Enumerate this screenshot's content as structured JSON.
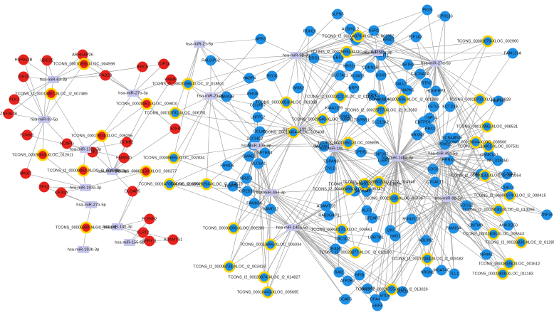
{
  "colors": {
    "mirna": "#c8c8ee",
    "lnc_fill": "#ffd400",
    "lnc_inner_right": "#1e90e6",
    "lnc_inner_left": "#e8231e",
    "gene_right": "#1e90e6",
    "gene_left": "#e8231e",
    "edge": "#9a9a9a"
  },
  "left": {
    "mirnas": [
      {
        "id": "m63",
        "label": "hsa-miR-63-3p"
      },
      {
        "id": "m27b3",
        "label": "hsa-miR-27b-3p"
      },
      {
        "id": "m93",
        "label": "hsa-miR-93-5p"
      },
      {
        "id": "m133",
        "label": "hsa-miR-133a-3p"
      },
      {
        "id": "m145",
        "label": "hsa-miR-145-5p"
      },
      {
        "id": "m193a",
        "label": "hsa-miR-193a-3p"
      },
      {
        "id": "m27b5",
        "label": "hsa-miR-27b-5p"
      },
      {
        "id": "m140",
        "label": "hsa-miR-140-3p"
      },
      {
        "id": "m155",
        "label": "hsa-miR-155-5p"
      },
      {
        "id": "m193b",
        "label": "hsa-miR-193b-3p"
      }
    ],
    "lncrnas": [
      {
        "id": "L1",
        "label": "TCONS_00010356-XLOC_004598"
      },
      {
        "id": "L2",
        "label": "TCONS_l2_00013887-XLOC_l2_007489"
      },
      {
        "id": "L3",
        "label": "TCONS_00020857-XLOC_009810"
      },
      {
        "id": "L4",
        "label": "TCONS_00017604-XLOC_006295"
      },
      {
        "id": "L5",
        "label": "TCONS_00026453-XLOC_012611"
      },
      {
        "id": "L6",
        "label": "TCONS_00002183-XLOC_000377"
      },
      {
        "id": "L7",
        "label": "TCONS_l2_00008892-XLOC_l2_004986"
      },
      {
        "id": "L8",
        "label": "TCONS_00005080-XLOC_003141"
      }
    ],
    "genes": [
      {
        "label": "HSPA12B"
      },
      {
        "label": "UBE2C"
      },
      {
        "label": "ARHGAP26"
      },
      {
        "label": "KIF15"
      },
      {
        "label": "RAB2B"
      },
      {
        "label": "BIRC5"
      },
      {
        "label": "TOP2A"
      },
      {
        "label": "HMMR"
      },
      {
        "label": "PLK1"
      },
      {
        "label": "ZNF367B"
      },
      {
        "label": "FOXM1"
      },
      {
        "label": "NCAPG"
      },
      {
        "label": "CDK1"
      },
      {
        "label": "MKI67"
      },
      {
        "label": "FAM83D"
      },
      {
        "label": "CCNB2"
      },
      {
        "label": "E2F8"
      },
      {
        "label": "TPX2"
      },
      {
        "label": "KIF20A"
      },
      {
        "label": "DLGAP5"
      },
      {
        "label": "PLEKH2"
      },
      {
        "label": "FLRT2"
      },
      {
        "label": "SPRY1L"
      },
      {
        "label": "ADAMTS1"
      }
    ]
  },
  "right": {
    "mirnas": [
      {
        "id": "r21",
        "label": "hsa-miR-21-5p"
      },
      {
        "id": "r98",
        "label": "hsa-miR-98-3p"
      },
      {
        "id": "r27a3",
        "label": "hsa-miR-27a-3p"
      },
      {
        "id": "r27a5",
        "label": "hsa-miR-27a-5p"
      },
      {
        "id": "r21b",
        "label": "hsa-miR-21-3p"
      },
      {
        "id": "r199",
        "label": "hsa-miR-199-3p"
      },
      {
        "id": "r10b",
        "label": "hsa-miR-10b-3p"
      },
      {
        "id": "r10b5",
        "label": "hsa-miR-10b-5p"
      },
      {
        "id": "r494",
        "label": "hsa-miR-494-5p"
      },
      {
        "id": "r146",
        "label": "hsa-miR-146a-3p"
      },
      {
        "id": "r494b",
        "label": "hsa-miR-494-3p"
      },
      {
        "id": "r146b",
        "label": "hsa-miR-146a-5p"
      },
      {
        "id": "r98b",
        "label": "hsa-miR-98-5p"
      }
    ],
    "lncrnas": [
      {
        "id": "R1",
        "label": "TCONS_l2_00004870-XLOC_l2_002352"
      },
      {
        "id": "R2",
        "label": "TCONS_l2_00025690-XLOC_l2_013252"
      },
      {
        "id": "R3",
        "label": "TCONS_00001679-XLOC_002900"
      },
      {
        "id": "R4",
        "label": "TCONS_l2_00020395-XLOC_l2_018511"
      },
      {
        "id": "R5",
        "label": "TCONS_l2_00022112-XLOC_l2_011957"
      },
      {
        "id": "R6",
        "label": "TCONS_00028702-XLOC_013928"
      },
      {
        "id": "R7",
        "label": "TCONS_00012791-XLOC_006751"
      },
      {
        "id": "R8",
        "label": "TCONS_00003318-XLOC_001983"
      },
      {
        "id": "R9",
        "label": "TCONS_l2_00002636-XLOC_l2_001389"
      },
      {
        "id": "R10",
        "label": "TCONS_00010454-XLOC_005438"
      },
      {
        "id": "R11",
        "label": "TCONS_l2_00023777-XLOC_l2_012083"
      },
      {
        "id": "R12",
        "label": "TCONS_00017881-XLOC_008531"
      },
      {
        "id": "R13",
        "label": "TCONS_00005665-XLOC_002834"
      },
      {
        "id": "R14",
        "label": "TCONS_00020540-XLOC_009582"
      },
      {
        "id": "R15",
        "label": "TCONS_00019001-XLOC_007531"
      },
      {
        "id": "R16",
        "label": "TCONS_00011851-XLOC_005896"
      },
      {
        "id": "R17",
        "label": "TCONS_00014700-XLOC_006850"
      },
      {
        "id": "R18",
        "label": "TCONS_00019844-XLOC_008566"
      },
      {
        "id": "R19",
        "label": "TCONS_l2_00028294-XLOC_l2_014579"
      },
      {
        "id": "R20",
        "label": "TCONS_l2_00018410-XLOC_l2_010029"
      },
      {
        "id": "R21",
        "label": "TCONS_l2_00028802-XLOC_l2_014948"
      },
      {
        "id": "R22",
        "label": "TCONS_l2_00006496-XLOC_l2_003471"
      },
      {
        "id": "R23",
        "label": "TCONS_l2_00040130-XLOC_l2_001054"
      },
      {
        "id": "R24",
        "label": "TCONS_00015116-XLOC_007067"
      },
      {
        "id": "R25",
        "label": "TCONS_l2_00000974-XLOC_l2_000415"
      },
      {
        "id": "R26",
        "label": "TCONS_00010170-XLOC_004661"
      },
      {
        "id": "R27",
        "label": "TCONS_l2_00029193-XLOC_l2_014066"
      },
      {
        "id": "R28",
        "label": "TCONS_00003266-XLOC_002283"
      },
      {
        "id": "R29",
        "label": "TCONS_00011836-XLOC_005543"
      },
      {
        "id": "R30",
        "label": "TCONS_00013486-XLOC_006034"
      },
      {
        "id": "R31",
        "label": "TCONS_l2_00026377-XLOC_l2_013180"
      },
      {
        "id": "R32",
        "label": "TCONS_l2_00026835-XLOC_l2_012858"
      },
      {
        "id": "R33",
        "label": "TCONS_l2_00017484-XLOC_l2_009182"
      },
      {
        "id": "R34",
        "label": "TCONS_l2_00006733-XLOC_l2_003419"
      },
      {
        "id": "R35",
        "label": "TCONS_l2_00028674-XLOC_l2_014827"
      },
      {
        "id": "R36",
        "label": "TCONS_00003035-XLOC_001612"
      },
      {
        "id": "R37",
        "label": "TCONS_00023809-XLOC_011183"
      },
      {
        "id": "R38",
        "label": "TCONS_00010443-XLOC_005695"
      },
      {
        "id": "R39",
        "label": "TCONS_l2_00026755-XLOC_l2_013026"
      }
    ],
    "genes": [
      {
        "label": "SLFN5"
      },
      {
        "label": "PIGS"
      },
      {
        "label": "GPR133"
      },
      {
        "label": "ALDH1L2"
      },
      {
        "label": "RDH10"
      },
      {
        "label": "EIF1AX"
      },
      {
        "label": "SSR1"
      },
      {
        "label": "KPNA4"
      },
      {
        "label": "NPR3"
      },
      {
        "label": "HABP4"
      },
      {
        "label": "RECK"
      },
      {
        "label": "GALNT1"
      },
      {
        "label": "RALGPS2"
      },
      {
        "label": "EMID1"
      },
      {
        "label": "DRD1"
      },
      {
        "label": "EBF1"
      },
      {
        "label": "HBS1L"
      },
      {
        "label": "ABTB2"
      },
      {
        "label": "CACNA1A"
      },
      {
        "label": "FAM126A"
      },
      {
        "label": "RHOB"
      },
      {
        "label": "FAM43B"
      },
      {
        "label": "SLC7A11"
      },
      {
        "label": "CDKN1B"
      },
      {
        "label": "SOX9"
      },
      {
        "label": "KCNG3"
      },
      {
        "label": "ANKS1A"
      },
      {
        "label": "C11orf87"
      },
      {
        "label": "GRIK2"
      },
      {
        "label": "NRP2"
      },
      {
        "label": "LHFPL2"
      },
      {
        "label": "RNF141"
      },
      {
        "label": "SALL3"
      },
      {
        "label": "MAPK6"
      },
      {
        "label": "RTN2"
      },
      {
        "label": "GRHL2"
      },
      {
        "label": "FSTL5"
      },
      {
        "label": "DUSP14"
      },
      {
        "label": "DCLK1"
      },
      {
        "label": "ZCCHC2"
      },
      {
        "label": "KLF17"
      },
      {
        "label": "SMAD2"
      },
      {
        "label": "HDGFRP3"
      },
      {
        "label": "KCTD16"
      },
      {
        "label": "CMTM6"
      },
      {
        "label": "CSNK1A1"
      },
      {
        "label": "NRXN3"
      },
      {
        "label": "ENTPD1"
      },
      {
        "label": "PBX1"
      },
      {
        "label": "NR_028350"
      },
      {
        "label": "KIAA1199"
      },
      {
        "label": "SLC12A2"
      },
      {
        "label": "PPM1A"
      },
      {
        "label": "TGFBR1"
      },
      {
        "label": "ADAMTS3"
      },
      {
        "label": "FRMD6"
      },
      {
        "label": "PRKG2"
      },
      {
        "label": "FAM13C"
      },
      {
        "label": "SLC30A7"
      },
      {
        "label": "CACNA2D1"
      },
      {
        "label": "SPTBN1"
      },
      {
        "label": "CDC6"
      },
      {
        "label": "CDK14"
      },
      {
        "label": "SCN4A"
      },
      {
        "label": "SLC6A1"
      },
      {
        "label": "CTGALT1"
      },
      {
        "label": "LTBP1"
      },
      {
        "label": "ZNF367"
      },
      {
        "label": "NR2F1"
      },
      {
        "label": "FIBPRL1"
      },
      {
        "label": "GREB1L"
      },
      {
        "label": "CYLD"
      },
      {
        "label": "TSPAN3"
      },
      {
        "label": "CPEB2"
      },
      {
        "label": "PRRX1"
      },
      {
        "label": "FAM83A"
      },
      {
        "label": "SHISA3"
      },
      {
        "label": "ADAMTS9"
      },
      {
        "label": "KLF3"
      },
      {
        "label": "RAB3GAP1"
      },
      {
        "label": "RUNX1T1"
      },
      {
        "label": "SOCS2"
      },
      {
        "label": "MAF"
      },
      {
        "label": "SAMD12"
      },
      {
        "label": "STEAP3"
      },
      {
        "label": "ANKRD50"
      },
      {
        "label": "ZNF36"
      },
      {
        "label": "TRAM1"
      },
      {
        "label": "TBC1D2"
      },
      {
        "label": "PAG1"
      },
      {
        "label": "NFIB"
      },
      {
        "label": "SLC4A7"
      },
      {
        "label": "QKI"
      },
      {
        "label": "LRRTM1"
      },
      {
        "label": "ABLIM2"
      },
      {
        "label": "RAI2"
      },
      {
        "label": "ATP2B2"
      },
      {
        "label": "FAM19A"
      },
      {
        "label": "NRSN1"
      },
      {
        "label": "NR4A1"
      },
      {
        "label": "MGAT4C"
      },
      {
        "label": "TLL1"
      },
      {
        "label": "CPA4"
      },
      {
        "label": "CMTM8"
      },
      {
        "label": "DCAF6"
      },
      {
        "label": "EBF3"
      },
      {
        "label": "SOX11"
      },
      {
        "label": "MTL5"
      }
    ]
  }
}
